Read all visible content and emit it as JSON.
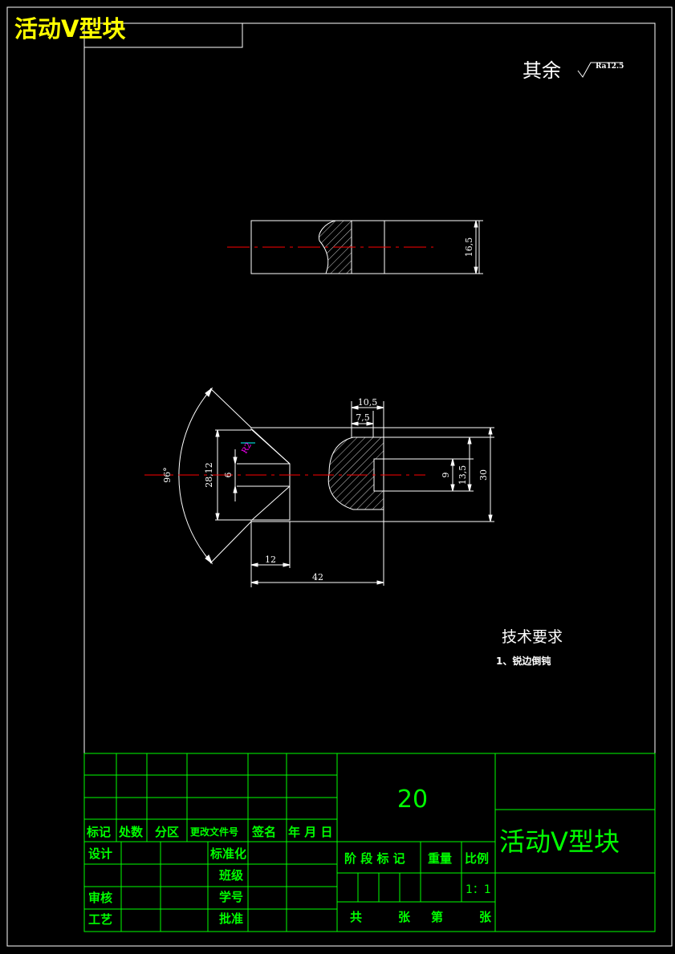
{
  "corner_title": "活动V型块",
  "roughness": {
    "prefix": "其余",
    "symbol_value": "Ra12.5"
  },
  "dimensions": {
    "top_height": "16,5",
    "angle": "96°",
    "height_a": "28,12",
    "height_b": "6",
    "width_10": "10,5",
    "width_7": "7,5",
    "radius": "R2",
    "slot_9": "9",
    "slot_13": "13,5",
    "height_30": "30",
    "length_12": "12",
    "length_42": "42"
  },
  "tech_requirements": {
    "title": "技术要求",
    "items": [
      "1、锐边倒钝"
    ]
  },
  "title_block": {
    "headers": [
      "标记",
      "处数",
      "分区",
      "更改文件号",
      "签名",
      "年 月 日"
    ],
    "rows_left": [
      "设计",
      "审核",
      "工艺"
    ],
    "rows_mid": [
      "标准化",
      "班级",
      "学号",
      "批准"
    ],
    "drawing_no": "20",
    "part_name": "活动V型块",
    "stage_headers": [
      "阶 段 标 记",
      "重量",
      "比例"
    ],
    "scale": "1：1",
    "sheet_info": [
      "共",
      "张",
      "第",
      "张"
    ]
  },
  "colors": {
    "frame": "#ffffff",
    "title_block": "#00ff00",
    "corner_title": "#ffff00",
    "center_line": "#ff0000",
    "radius_label": "#ff00ff"
  }
}
